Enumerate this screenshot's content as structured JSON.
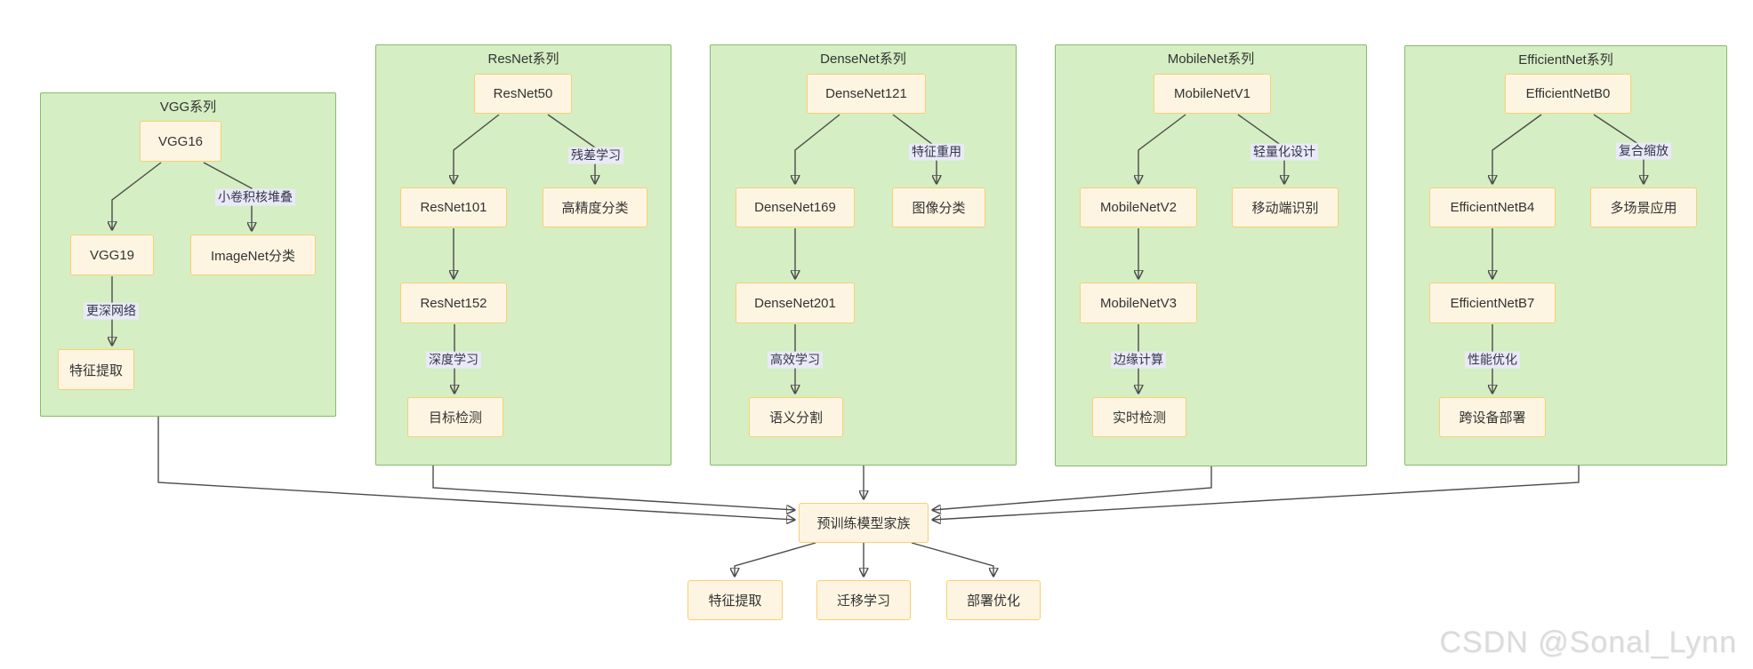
{
  "colors": {
    "cluster_fill": "#d5eec3",
    "cluster_border": "#86bb6b",
    "node_fill": "#fdf5e2",
    "node_border": "#f8cf74",
    "edge_label_bg": "#e9e9f7",
    "edge_line": "#4c4c4c",
    "text": "#333333",
    "watermark": "#dbdbdb"
  },
  "clusters": [
    {
      "title": "VGG系列",
      "nodes": {
        "root": "VGG16",
        "mid": "VGG19",
        "app": "ImageNet分类",
        "leaf": "特征提取"
      },
      "edge_labels": {
        "app": "小卷积核堆叠",
        "leaf": "更深网络"
      }
    },
    {
      "title": "ResNet系列",
      "nodes": {
        "root": "ResNet50",
        "mid": "ResNet101",
        "app": "高精度分类",
        "mid2": "ResNet152",
        "leaf": "目标检测"
      },
      "edge_labels": {
        "app": "残差学习",
        "leaf": "深度学习"
      }
    },
    {
      "title": "DenseNet系列",
      "nodes": {
        "root": "DenseNet121",
        "mid": "DenseNet169",
        "app": "图像分类",
        "mid2": "DenseNet201",
        "leaf": "语义分割"
      },
      "edge_labels": {
        "app": "特征重用",
        "leaf": "高效学习"
      }
    },
    {
      "title": "MobileNet系列",
      "nodes": {
        "root": "MobileNetV1",
        "mid": "MobileNetV2",
        "app": "移动端识别",
        "mid2": "MobileNetV3",
        "leaf": "实时检测"
      },
      "edge_labels": {
        "app": "轻量化设计",
        "leaf": "边缘计算"
      }
    },
    {
      "title": "EfficientNet系列",
      "nodes": {
        "root": "EfficientNetB0",
        "mid": "EfficientNetB4",
        "app": "多场景应用",
        "mid2": "EfficientNetB7",
        "leaf": "跨设备部署"
      },
      "edge_labels": {
        "app": "复合缩放",
        "leaf": "性能优化"
      }
    }
  ],
  "hub": {
    "label": "预训练模型家族"
  },
  "outputs": [
    {
      "label": "特征提取"
    },
    {
      "label": "迁移学习"
    },
    {
      "label": "部署优化"
    }
  ],
  "watermark": "CSDN @Sonal_Lynn"
}
